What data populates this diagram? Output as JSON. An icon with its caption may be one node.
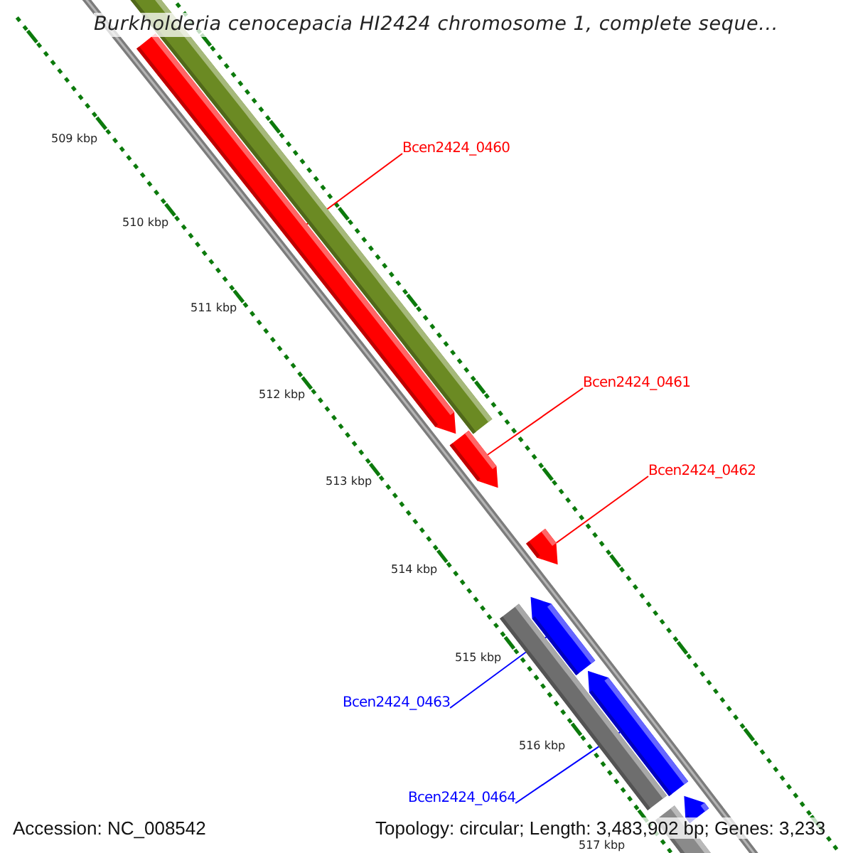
{
  "diagram": {
    "title": "Burkholderia cenocepacia HI2424 chromosome 1, complete seque...",
    "nodes": [
      {
        "text": [
          "Bcen2424_0460"
        ]
      },
      {
        "text": [
          "Bcen2424_0461"
        ]
      },
      {
        "text": [
          "Bcen2424_0462"
        ]
      },
      {
        "text": [
          "Bcen2424_0463"
        ]
      },
      {
        "text": [
          "Bcen2424_0464"
        ]
      },
      {
        "text": [],
        "shape": "bar"
      },
      {
        "text": [],
        "shape": "bar"
      },
      {
        "text": [],
        "shape": "bar"
      },
      {
        "text": [],
        "shape": "bar"
      },
      {
        "text": [],
        "shape": "bar"
      },
      {
        "text": [],
        "shape": "bar"
      }
    ],
    "edges": [
      {
        "from": 0,
        "to": 5,
        "arrow": "none"
      },
      {
        "from": 1,
        "to": 6,
        "arrow": "none"
      },
      {
        "from": 2,
        "to": 7,
        "arrow": "none"
      },
      {
        "from": 3,
        "to": 8,
        "arrow": "none",
        "color": "#0000ff"
      },
      {
        "from": 4,
        "to": 9,
        "arrow": "none",
        "color": "#0000ff"
      }
    ],
    "labels": [
      "509 kbp",
      "510 kbp",
      "511 kbp",
      "512 kbp",
      "513 kbp",
      "514 kbp",
      "515 kbp",
      "516 kbp",
      "517 kbp",
      "Accession: NC_008542",
      "Topology: circular; Length: 3,483,902 bp; Genes: 3,233"
    ]
  }
}
